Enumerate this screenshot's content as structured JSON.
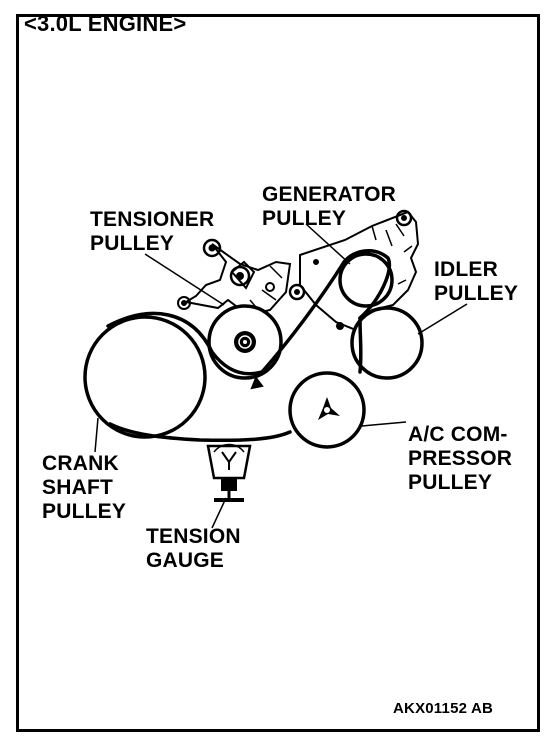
{
  "header": {
    "title": "<3.0L ENGINE>"
  },
  "labels": {
    "generator_pulley": [
      "GENERATOR",
      "PULLEY"
    ],
    "tensioner_pulley": [
      "TENSIONER",
      "PULLEY"
    ],
    "idler_pulley": [
      "IDLER",
      "PULLEY"
    ],
    "crank_shaft_pulley": [
      "CRANK",
      "SHAFT",
      "PULLEY"
    ],
    "tension_gauge": [
      "TENSION",
      "GAUGE"
    ],
    "ac_compressor_pulley": [
      "A/C COM-",
      "PRESSOR",
      "PULLEY"
    ]
  },
  "footer": {
    "figure_code": "AKX01152 AB"
  }
}
